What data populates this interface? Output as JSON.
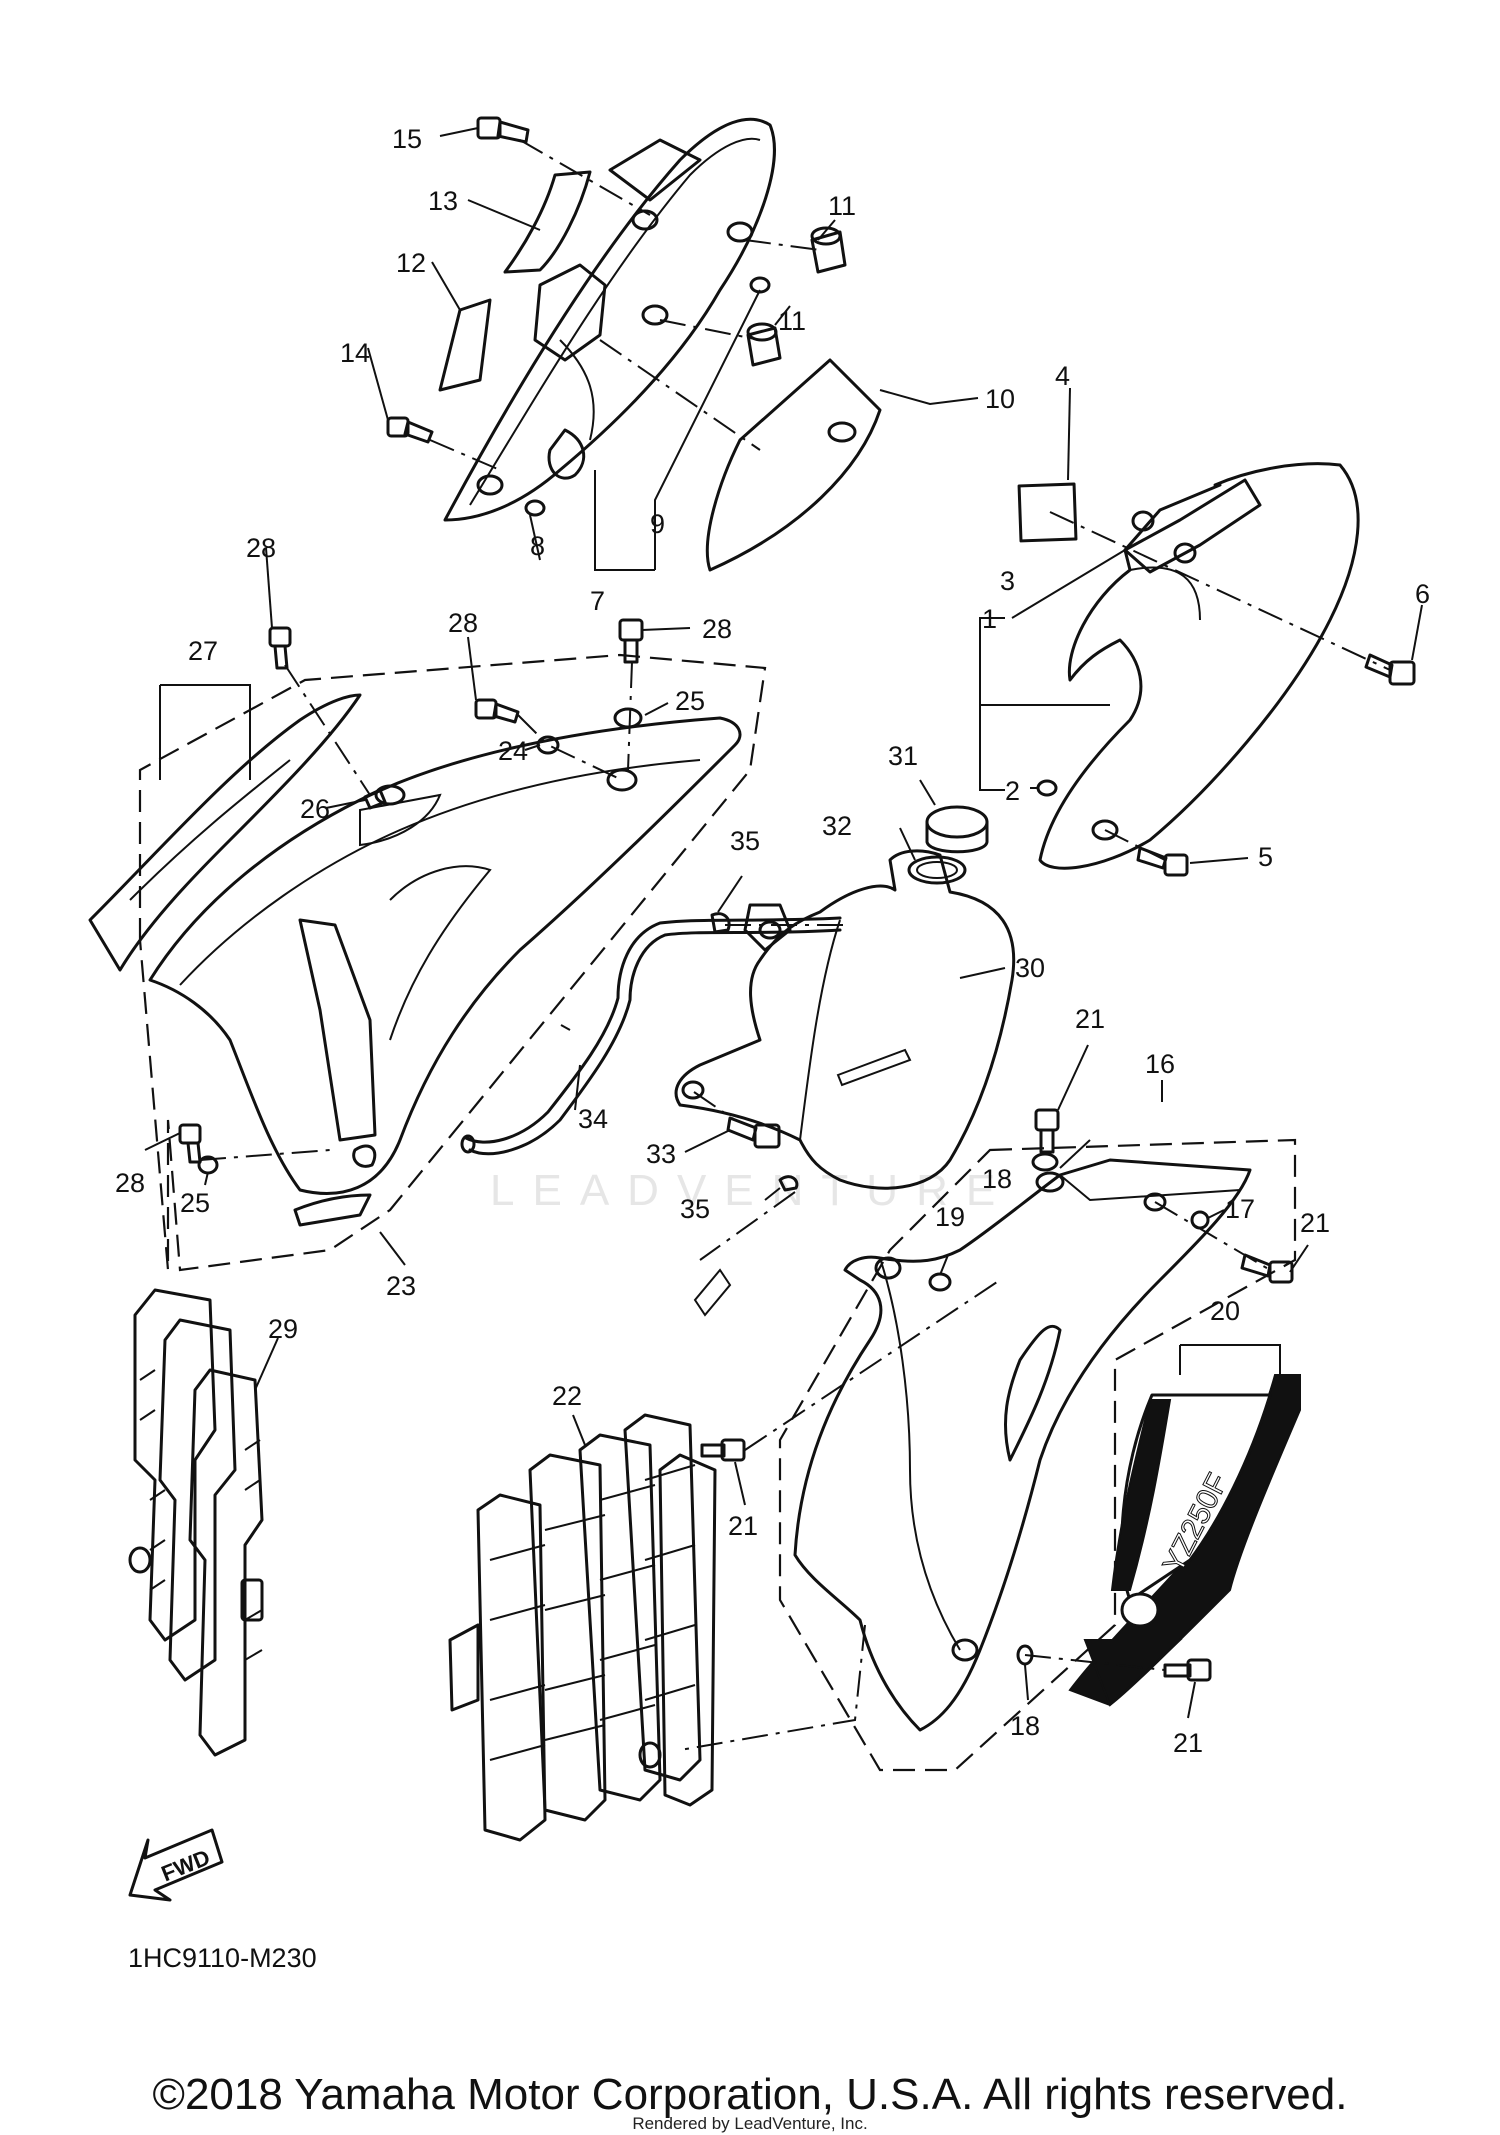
{
  "diagram_code": "1HC9110-M230",
  "fwd_label": "FWD",
  "watermark": "LEADVENTURE",
  "decal_text": "YZ250F",
  "copyright": "©2018 Yamaha Motor Corporation, U.S.A. All rights reserved.",
  "rendered_by": "Rendered by LeadVenture, Inc.",
  "callouts": {
    "c1": "1",
    "c2": "2",
    "c3": "3",
    "c4": "4",
    "c5": "5",
    "c6": "6",
    "c7": "7",
    "c8": "8",
    "c9": "9",
    "c10": "10",
    "c11a": "11",
    "c11b": "11",
    "c12": "12",
    "c13": "13",
    "c14": "14",
    "c15": "15",
    "c16": "16",
    "c17": "17",
    "c18a": "18",
    "c18b": "18",
    "c19": "19",
    "c20": "20",
    "c21a": "21",
    "c21b": "21",
    "c21c": "21",
    "c21d": "21",
    "c22": "22",
    "c23": "23",
    "c24": "24",
    "c25a": "25",
    "c25b": "25",
    "c26": "26",
    "c27": "27",
    "c28a": "28",
    "c28b": "28",
    "c28c": "28",
    "c28d": "28",
    "c29": "29",
    "c30": "30",
    "c31": "31",
    "c32": "32",
    "c33": "33",
    "c34": "34",
    "c35a": "35",
    "c35b": "35"
  }
}
